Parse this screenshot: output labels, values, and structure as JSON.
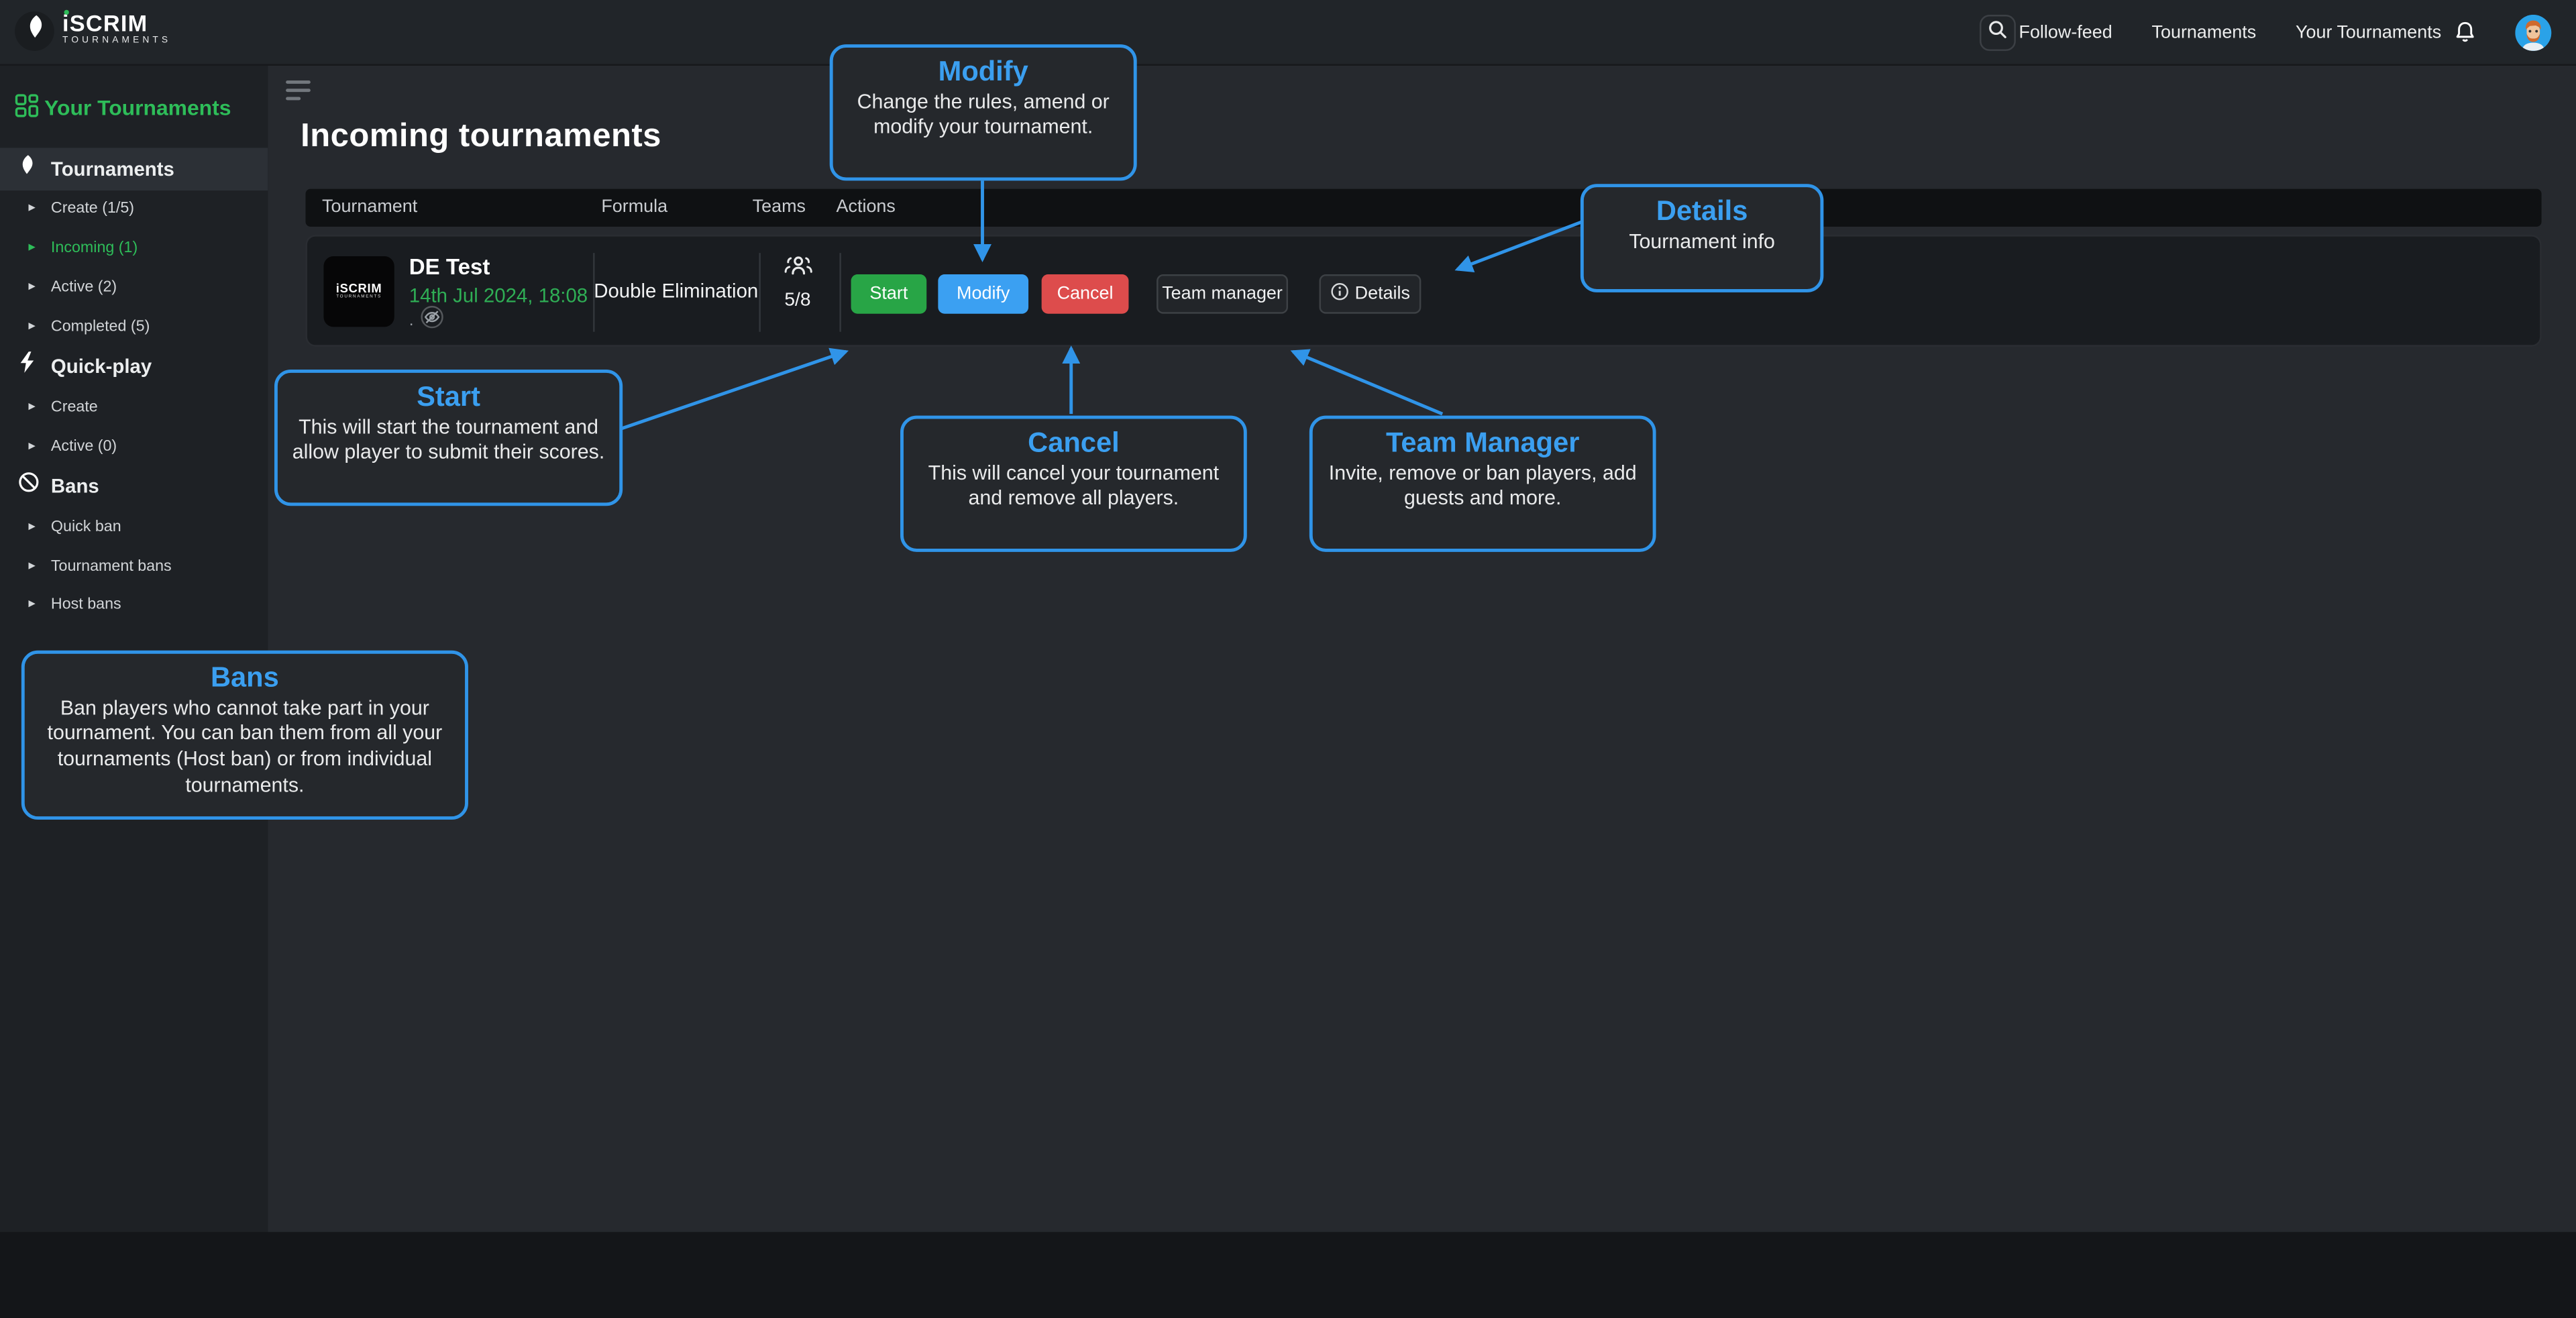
{
  "topbar": {
    "brand": {
      "name": "iSCRIM",
      "tagline": "TOURNAMENTS"
    },
    "nav": [
      {
        "label": "Follow-feed"
      },
      {
        "label": "Tournaments"
      },
      {
        "label": "Your Tournaments"
      }
    ]
  },
  "sidebar": {
    "header": "Your Tournaments",
    "items": [
      {
        "label": "Tournaments"
      },
      {
        "label": "Create (1/5)"
      },
      {
        "label": "Incoming (1)"
      },
      {
        "label": "Active (2)"
      },
      {
        "label": "Completed (5)"
      },
      {
        "label": "Quick-play"
      },
      {
        "label": "Create"
      },
      {
        "label": "Active (0)"
      },
      {
        "label": "Bans"
      },
      {
        "label": "Quick ban"
      },
      {
        "label": "Tournament bans"
      },
      {
        "label": "Host bans"
      }
    ]
  },
  "main": {
    "heading": "Incoming tournaments",
    "table": {
      "columns": [
        "Tournament",
        "Formula",
        "Teams",
        "Actions"
      ]
    },
    "row": {
      "logo_name": "iSCRIM",
      "logo_tagline": "TOURNAMENTS",
      "name": "DE Test",
      "datetime": "14th Jul 2024, 18:08",
      "meta_dot": ".",
      "formula": "Double Elimination",
      "teams": "5/8",
      "actions": [
        {
          "label": "Start"
        },
        {
          "label": "Modify"
        },
        {
          "label": "Cancel"
        },
        {
          "label": "Team manager"
        },
        {
          "label": "Details"
        }
      ]
    }
  },
  "callouts": [
    {
      "title": "Modify",
      "body": "Change the rules, amend or modify your tournament."
    },
    {
      "title": "Details",
      "body": "Tournament info"
    },
    {
      "title": "Start",
      "body": "This will start the tournament and allow player to submit their scores."
    },
    {
      "title": "Cancel",
      "body": "This will cancel your tournament and remove all players."
    },
    {
      "title": "Team Manager",
      "body": "Invite, remove or ban players, add guests and more."
    },
    {
      "title": "Bans",
      "body": "Ban players who cannot take part in your tournament. You can ban them from all your tournaments (Host ban) or from individual tournaments."
    }
  ],
  "colors": {
    "accent_blue": "#3094e8",
    "brand_green": "#2ebd59",
    "date_green": "#2fae55",
    "start_green": "#28a546",
    "modify_blue": "#3ba0f2",
    "cancel_red": "#dd4c4c",
    "topbar_bg": "#212529",
    "sidebar_bg": "#1e2125",
    "main_bg": "#26292e",
    "row_bg": "#191c20",
    "table_header_bg": "#0f1113"
  }
}
